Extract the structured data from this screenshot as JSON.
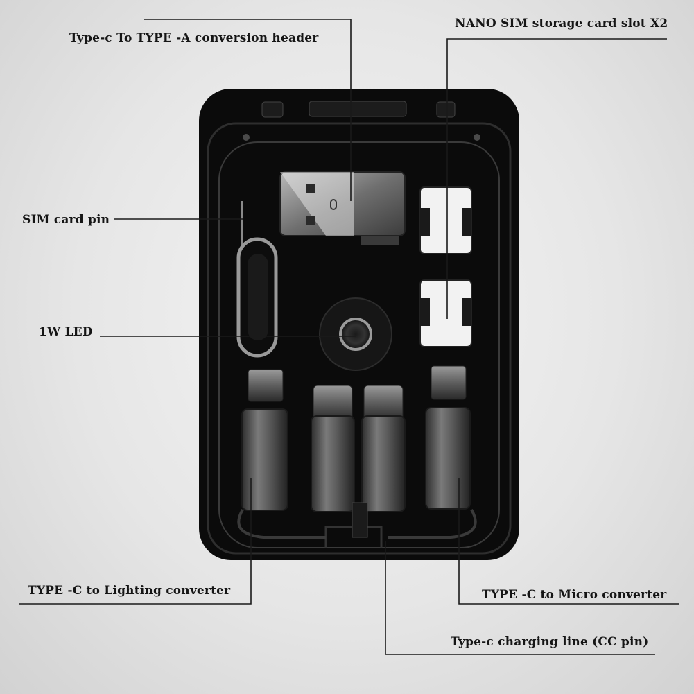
{
  "labels": {
    "typec_to_typea": "Type-c To TYPE -A conversion header",
    "nano_sim_slots": "NANO SIM storage card slot X2",
    "sim_card_pin": "SIM card pin",
    "led": "1W LED",
    "typec_to_lighting": "TYPE -C to Lighting converter",
    "typec_to_micro": "TYPE -C to Micro converter",
    "typec_charging_line": "Type-c charging line (CC pin)"
  },
  "colors": {
    "case_body": "#0b0b0b",
    "case_rim": "#2a2a2a",
    "metal_light": "#8a8a8a",
    "metal_dark": "#3a3a3a",
    "sim_tray": "#f2f2f2",
    "leader_line": "#1a1a1a"
  }
}
